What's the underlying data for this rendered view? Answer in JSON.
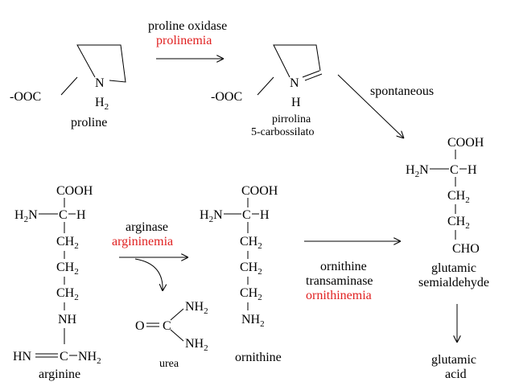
{
  "colors": {
    "text": "#000000",
    "disease": "#e02020",
    "background": "#ffffff"
  },
  "proline": {
    "name": "proline",
    "carboxylate": "-OOC",
    "ring_n": "N",
    "ring_h": "H",
    "h_count": "2"
  },
  "step1": {
    "enzyme": "proline oxidase",
    "disease": "prolinemia"
  },
  "pyrroline": {
    "name_line1": "pirrolina",
    "name_line2": "5-carbossilato",
    "carboxylate": "-OOC",
    "ring_n": "N",
    "ring_h": "H"
  },
  "step2": {
    "label": "spontaneous"
  },
  "semialdehyde": {
    "cooh": "COOH",
    "amine": "H2N",
    "alpha_c": "C",
    "alpha_h": "H",
    "ch2_1": "CH2",
    "ch2_2": "CH2",
    "cho": "CHO",
    "name_line1": "glutamic",
    "name_line2": "semialdehyde"
  },
  "glutamic_acid": {
    "name_line1": "glutamic",
    "name_line2": "acid"
  },
  "arginine": {
    "name": "arginine",
    "cooh": "COOH",
    "amine": "H2N",
    "alpha_c": "C",
    "alpha_h": "H",
    "ch2_1": "CH2",
    "ch2_2": "CH2",
    "ch2_3": "CH2",
    "nh": "NH",
    "guan_hn": "HN",
    "guan_c": "C",
    "guan_nh2": "NH2"
  },
  "step3": {
    "enzyme": "arginase",
    "disease": "argininemia"
  },
  "urea": {
    "name": "urea",
    "o": "O",
    "c": "C",
    "nh2_top": "NH2",
    "nh2_bottom": "NH2"
  },
  "ornithine": {
    "name": "ornithine",
    "cooh": "COOH",
    "amine": "H2N",
    "alpha_c": "C",
    "alpha_h": "H",
    "ch2_1": "CH2",
    "ch2_2": "CH2",
    "ch2_3": "CH2",
    "nh2": "NH2"
  },
  "step4": {
    "enzyme_line1": "ornithine",
    "enzyme_line2": "transaminase",
    "disease": "ornithinemia"
  }
}
